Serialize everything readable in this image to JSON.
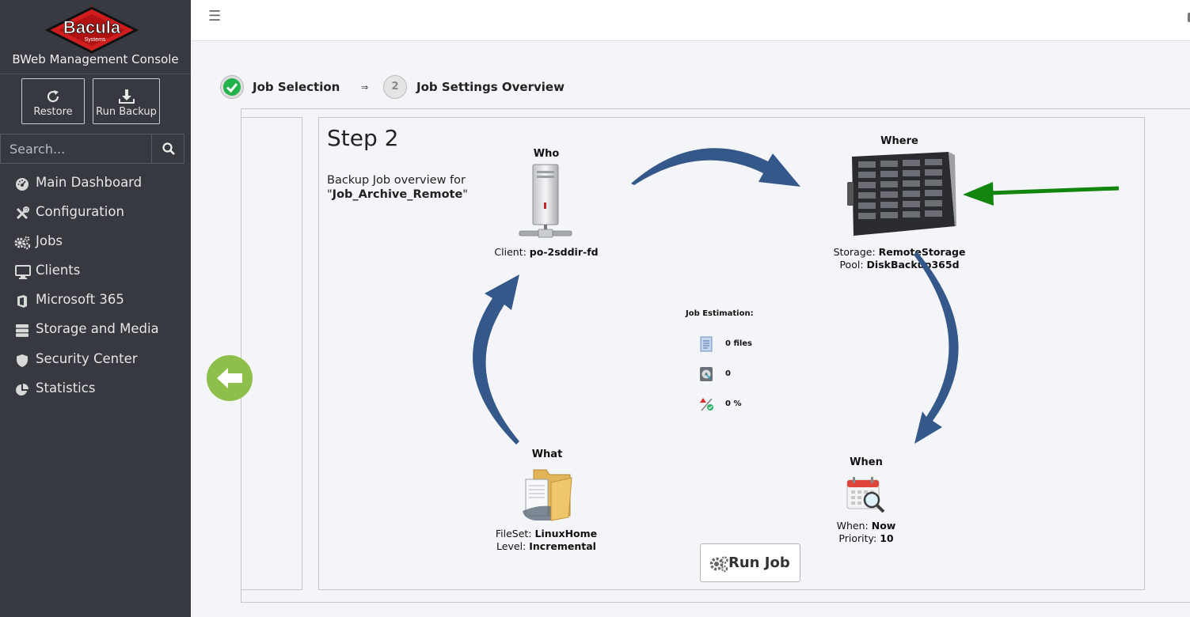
{
  "app": {
    "brand_title": "BWeb Management Console",
    "logo_text": "Bacula",
    "logo_subtext": "Systems"
  },
  "quick_actions": {
    "restore_label": "Restore",
    "run_backup_label": "Run Backup"
  },
  "search": {
    "placeholder": "Search..."
  },
  "nav": {
    "items": [
      {
        "label": "Main Dashboard",
        "icon": "dashboard-icon"
      },
      {
        "label": "Configuration",
        "icon": "tools-icon"
      },
      {
        "label": "Jobs",
        "icon": "gears-icon"
      },
      {
        "label": "Clients",
        "icon": "monitor-icon"
      },
      {
        "label": "Microsoft 365",
        "icon": "office-icon"
      },
      {
        "label": "Storage and Media",
        "icon": "database-icon"
      },
      {
        "label": "Security Center",
        "icon": "shield-icon"
      },
      {
        "label": "Statistics",
        "icon": "pie-chart-icon"
      }
    ]
  },
  "wizard": {
    "step1_label": "Job Selection",
    "step_separator": "⇒",
    "step2_number": "2",
    "step2_label": "Job Settings Overview"
  },
  "main": {
    "step_title": "Step 2",
    "overview_prefix": "Backup Job overview for",
    "job_name": "Job_Archive_Remote",
    "quote": "\""
  },
  "who": {
    "title": "Who",
    "client_label": "Client:",
    "client_value": "po-2sddir-fd"
  },
  "where": {
    "title": "Where",
    "storage_label": "Storage:",
    "storage_value": "RemoteStorage",
    "pool_label": "Pool:",
    "pool_value": "DiskBackup365d"
  },
  "what": {
    "title": "What",
    "fileset_label": "FileSet:",
    "fileset_value": "LinuxHome",
    "level_label": "Level:",
    "level_value": "Incremental"
  },
  "when": {
    "title": "When",
    "when_label": "When:",
    "when_value": "Now",
    "priority_label": "Priority:",
    "priority_value": "10"
  },
  "estimation": {
    "title": "Job Estimation:",
    "files": "0 files",
    "bytes": "0",
    "percent": "0 %"
  },
  "actions": {
    "run_job_label": "Run Job"
  },
  "colors": {
    "sidebar_bg": "#363a40",
    "arrow_blue": "#34588a",
    "annotation_green": "#12850f",
    "back_button_green": "#8dbf4a",
    "check_green": "#22b24c"
  }
}
